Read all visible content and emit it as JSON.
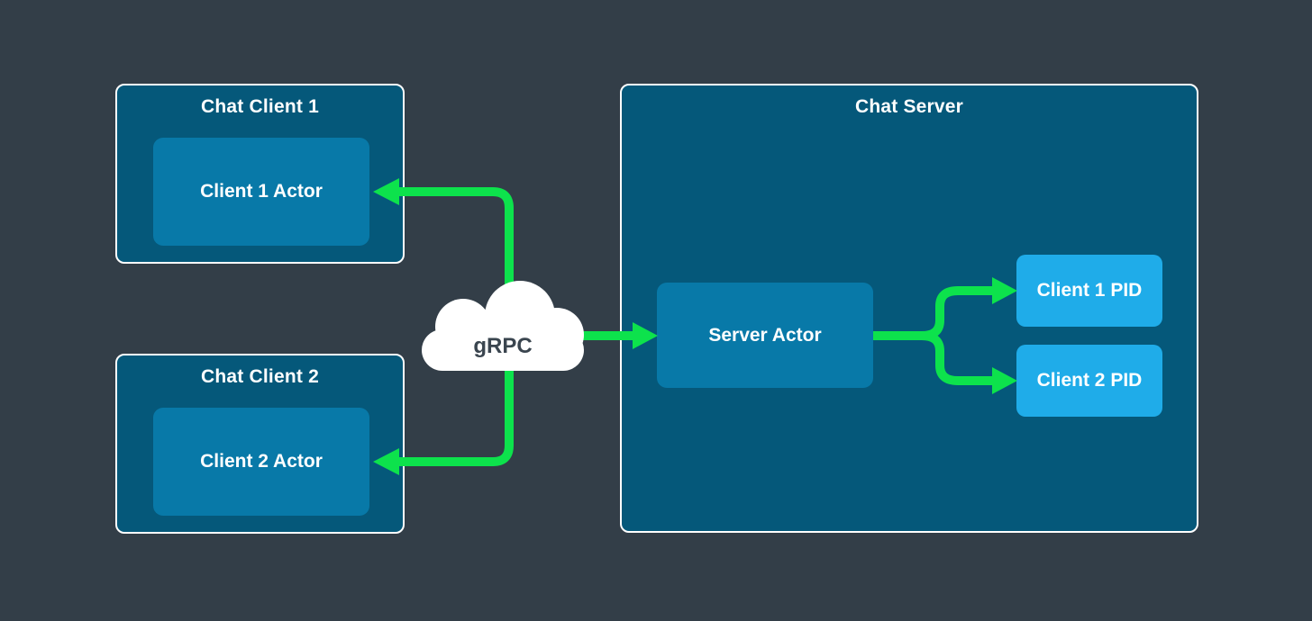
{
  "colors": {
    "background": "#333E48",
    "container_fill": "#05587A",
    "actor_fill": "#0879A8",
    "pid_fill": "#1FACE9",
    "arrow_green": "#0DE24C",
    "border": "#FFFFFF",
    "cloud_fill": "#FFFFFF",
    "cloud_text": "#3A454F",
    "label_text": "#FFFFFF"
  },
  "diagram": {
    "clients": [
      {
        "title": "Chat Client 1",
        "actor": "Client 1 Actor"
      },
      {
        "title": "Chat Client 2",
        "actor": "Client 2 Actor"
      }
    ],
    "server": {
      "title": "Chat Server",
      "actor": "Server Actor",
      "pids": [
        {
          "label": "Client 1 PID"
        },
        {
          "label": "Client 2 PID"
        }
      ]
    },
    "cloud": {
      "label": "gRPC"
    }
  }
}
